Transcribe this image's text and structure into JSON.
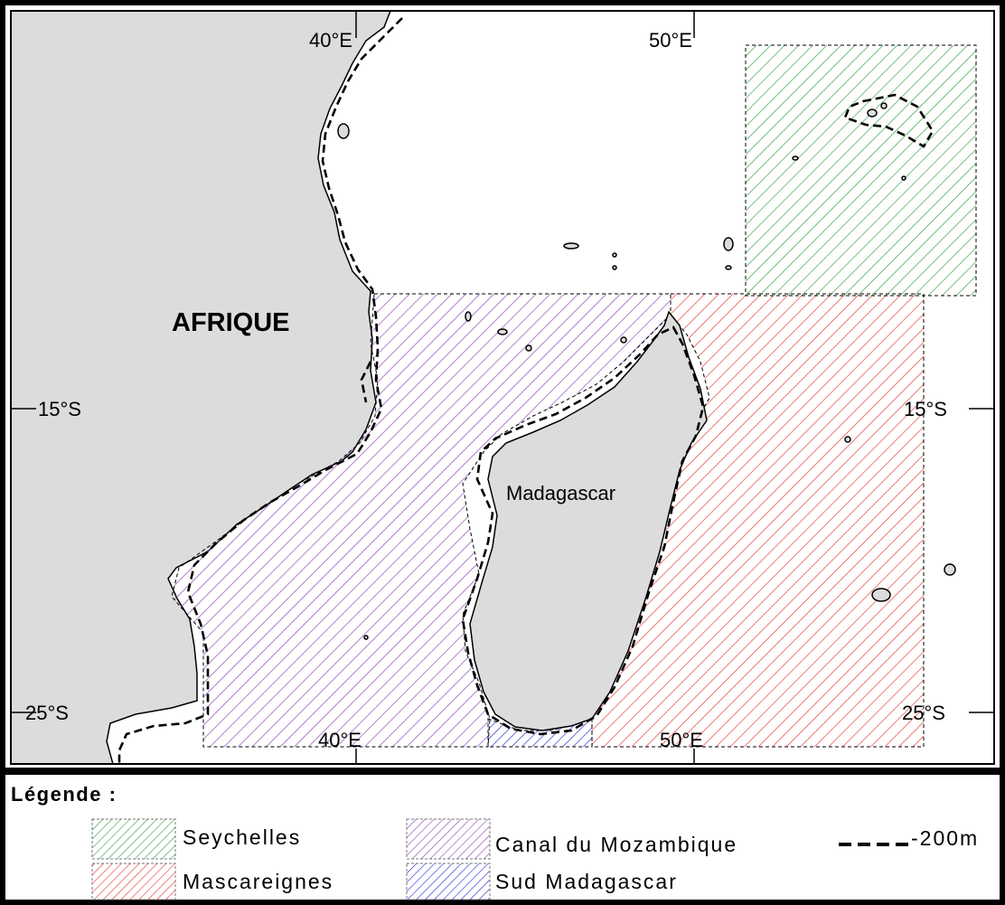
{
  "map": {
    "region_label": "AFRIQUE",
    "island_label": "Madagascar",
    "ticks": {
      "top_lon_1": "40°E",
      "top_lon_2": "50°E",
      "bottom_lon_1": "40°E",
      "bottom_lon_2": "50°E",
      "left_lat_1": "15°S",
      "left_lat_2": "25°S",
      "right_lat_1": "15°S",
      "right_lat_2": "25°S"
    },
    "zone_colors": {
      "seychelles": "#2e9e3e",
      "mascareignes": "#e8342c",
      "canal": "#8a3fb3",
      "sud": "#2323d6"
    },
    "land_color": "#dcdcdc"
  },
  "legend": {
    "title": "Légende :",
    "items": {
      "seychelles": "Seychelles",
      "mascareignes": "Mascareignes",
      "canal": "Canal du Mozambique",
      "sud": "Sud Madagascar"
    },
    "isobath": "-200m"
  }
}
